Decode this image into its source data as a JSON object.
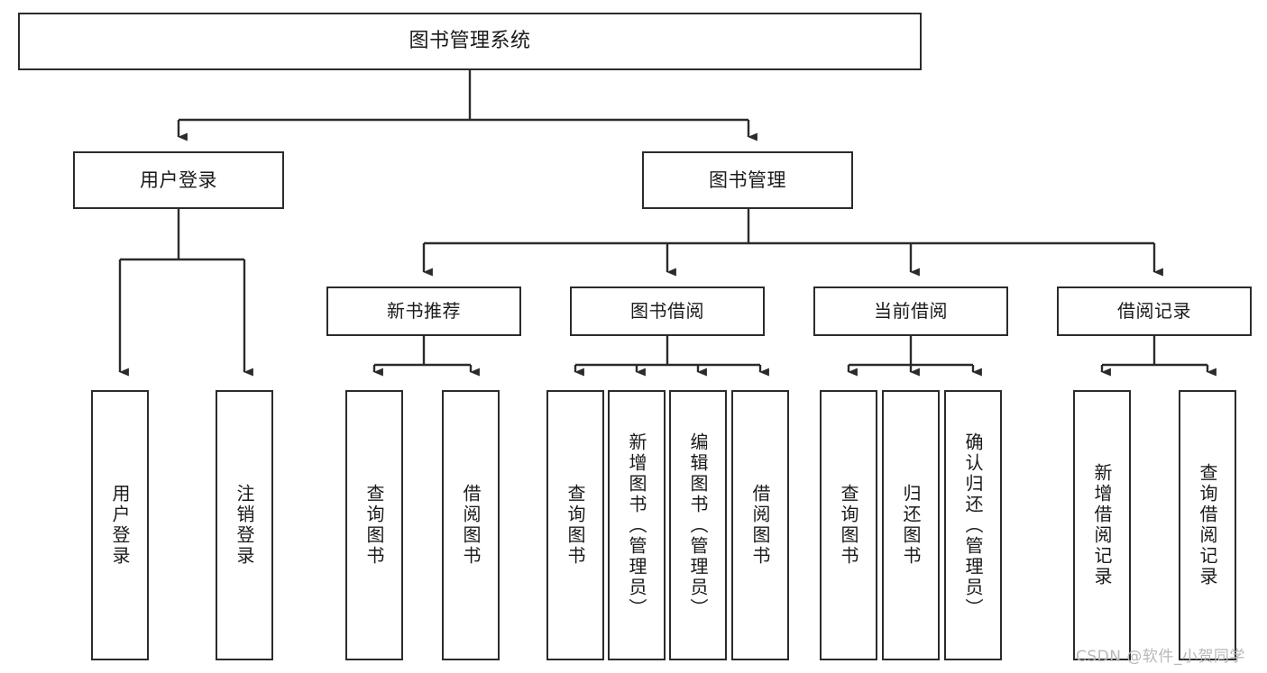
{
  "diagram": {
    "title": "图书管理系统",
    "type": "functional-structure-tree",
    "stroke_color": "#2b2b2b",
    "background_color": "#ffffff",
    "watermark": "CSDN @软件_小贺同学",
    "levels": {
      "root": {
        "label": "图书管理系统"
      },
      "level1": [
        {
          "label": "用户登录"
        },
        {
          "label": "图书管理"
        }
      ],
      "level2": [
        {
          "label": "新书推荐"
        },
        {
          "label": "图书借阅"
        },
        {
          "label": "当前借阅"
        },
        {
          "label": "借阅记录"
        }
      ],
      "leaves_user_login": [
        {
          "label": "用户登录"
        },
        {
          "label": "注销登录"
        }
      ],
      "leaves_new_book": [
        {
          "label": "查询图书"
        },
        {
          "label": "借阅图书"
        }
      ],
      "leaves_borrow": [
        {
          "label": "查询图书"
        },
        {
          "label": "新增图书（管理员）"
        },
        {
          "label": "编辑图书（管理员）"
        },
        {
          "label": "借阅图书"
        }
      ],
      "leaves_current": [
        {
          "label": "查询图书"
        },
        {
          "label": "归还图书"
        },
        {
          "label": "确认归还（管理员）"
        }
      ],
      "leaves_records": [
        {
          "label": "新增借阅记录"
        },
        {
          "label": "查询借阅记录"
        }
      ]
    }
  }
}
